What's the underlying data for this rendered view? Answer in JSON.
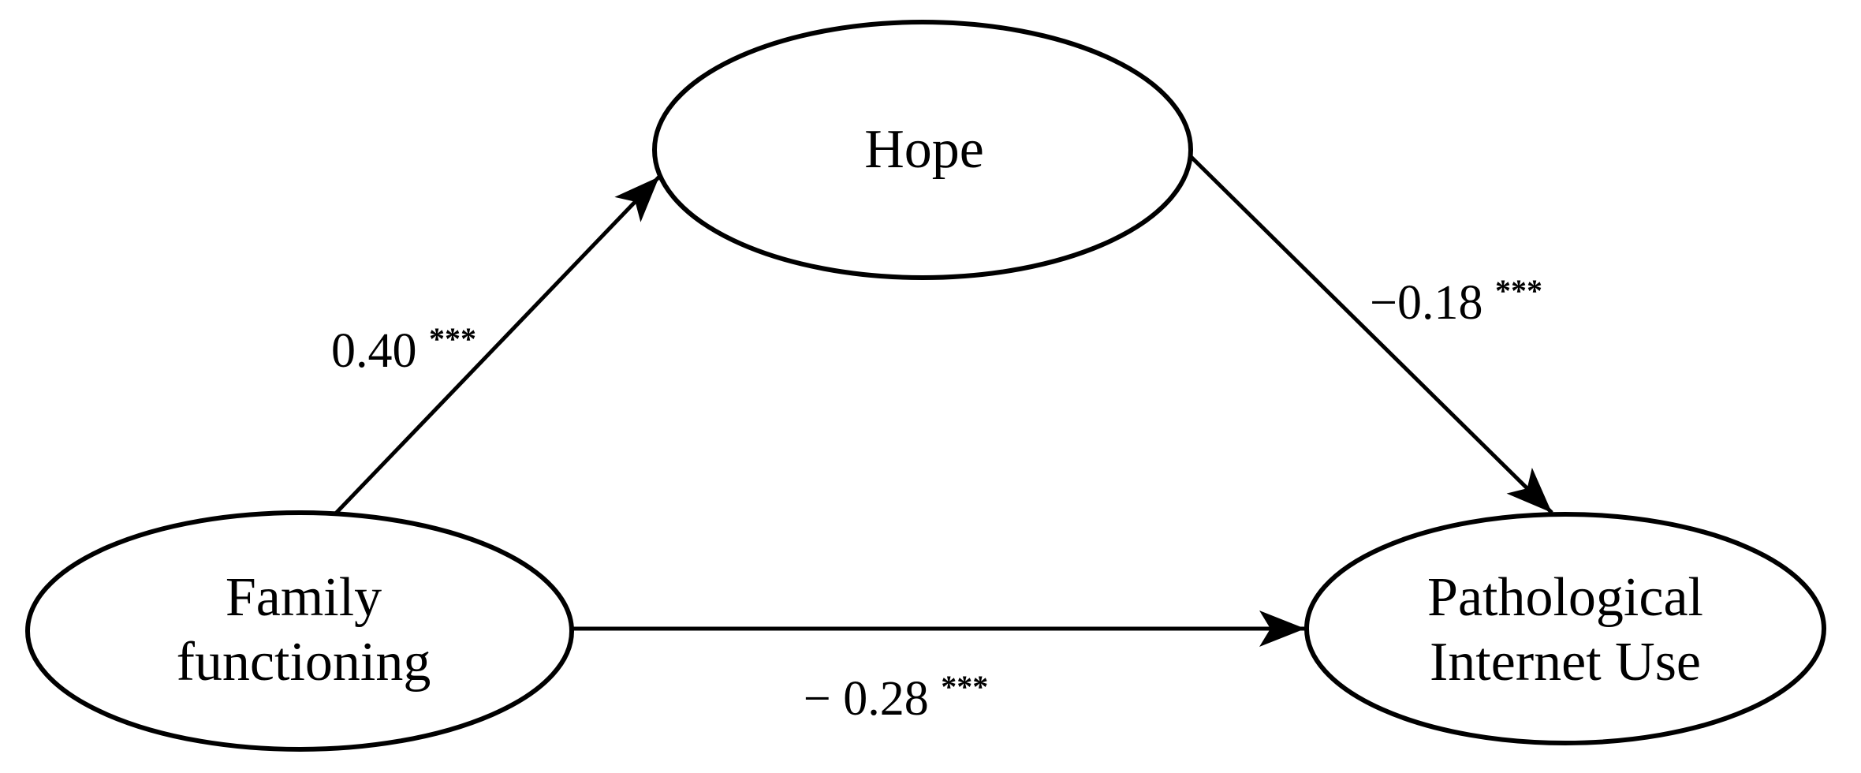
{
  "colors": {
    "ink": "#000000",
    "background": "#ffffff"
  },
  "diagram": {
    "type": "mediation-path-model",
    "nodes": {
      "hope": {
        "label": "Hope"
      },
      "family": {
        "line1": "Family",
        "line2": "functioning"
      },
      "piu": {
        "line1": "Pathological",
        "line2": "Internet Use"
      }
    },
    "edges": {
      "family_to_hope": {
        "coefficient": "0.40",
        "significance": "***"
      },
      "hope_to_piu": {
        "coefficient": "−0.18",
        "significance": "***"
      },
      "family_to_piu": {
        "coefficient": "− 0.28",
        "significance": "***"
      }
    }
  }
}
